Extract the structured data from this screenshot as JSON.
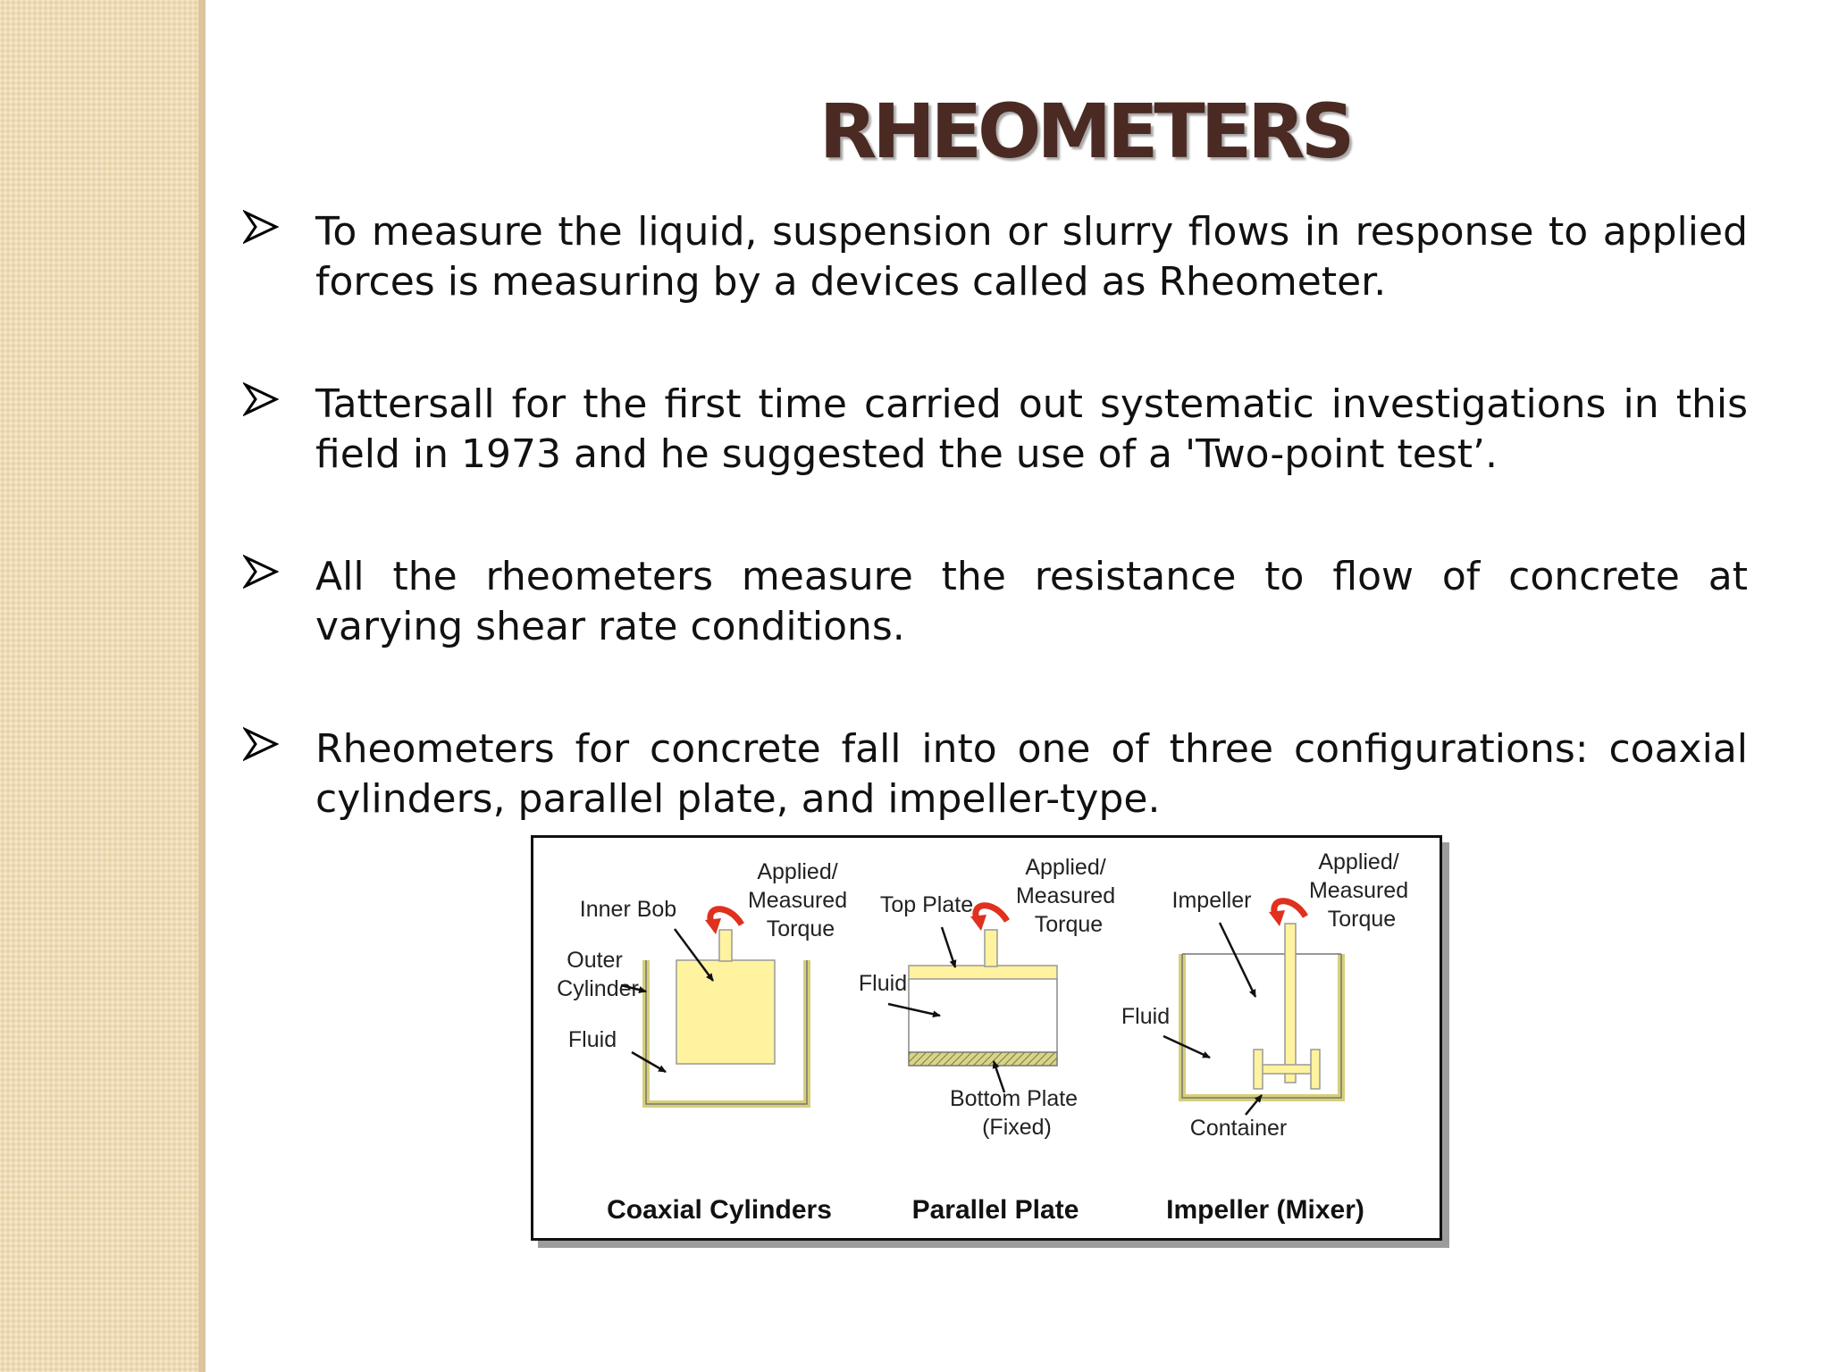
{
  "slide": {
    "title": "RHEOMETERS",
    "bullets": [
      {
        "text": "To measure the liquid, suspension or slurry flows in response to applied forces is measuring by a devices called as Rheometer."
      },
      {
        "text": "Tattersall for the first time carried out systematic investigations in this field in 1973 and he suggested the use of a 'Two-point test’."
      },
      {
        "text": "All the rheometers measure the resistance to flow of concrete at varying shear rate conditions."
      },
      {
        "text": "Rheometers for concrete fall into one of three configurations: coaxial cylinders, parallel plate, and impeller-type."
      }
    ]
  },
  "figure": {
    "coaxial": {
      "torque": [
        "Applied/",
        "Measured",
        "Torque"
      ],
      "inner_bob": "Inner Bob",
      "outer_cylinder": [
        "Outer",
        "Cylinder"
      ],
      "fluid": "Fluid",
      "caption": "Coaxial Cylinders"
    },
    "parallel": {
      "torque": [
        "Applied/",
        "Measured",
        "Torque"
      ],
      "top_plate": "Top Plate",
      "fluid": "Fluid",
      "bottom_plate": [
        "Bottom Plate",
        "(Fixed)"
      ],
      "caption": "Parallel Plate"
    },
    "impeller": {
      "torque": [
        "Applied/",
        "Measured",
        "Torque"
      ],
      "impeller": "Impeller",
      "fluid": "Fluid",
      "container": "Container",
      "caption": "Impeller (Mixer)"
    }
  },
  "colors": {
    "title": "#4a2a22",
    "side_strip": "#efdcb6",
    "fill_yellow": "#fff3a0",
    "torque_arrow": "#e0301e"
  },
  "icons": {
    "bullet": "arrowhead-bullet-icon",
    "torque": "curved-torque-arrow-icon"
  }
}
